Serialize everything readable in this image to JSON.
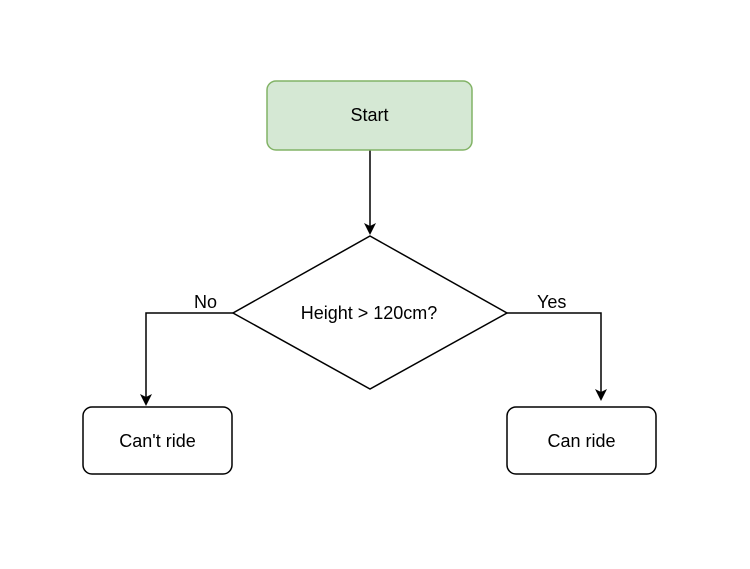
{
  "flowchart": {
    "nodes": {
      "start": {
        "label": "Start",
        "fill": "#d5e8d4",
        "stroke": "#82b366"
      },
      "decision": {
        "label": "Height > 120cm?",
        "fill": "#ffffff",
        "stroke": "#000000"
      },
      "cant_ride": {
        "label": "Can't ride",
        "fill": "#ffffff",
        "stroke": "#000000"
      },
      "can_ride": {
        "label": "Can ride",
        "fill": "#ffffff",
        "stroke": "#000000"
      }
    },
    "edges": {
      "no_label": "No",
      "yes_label": "Yes"
    },
    "colors": {
      "line": "#000000",
      "background": "#ffffff"
    }
  }
}
